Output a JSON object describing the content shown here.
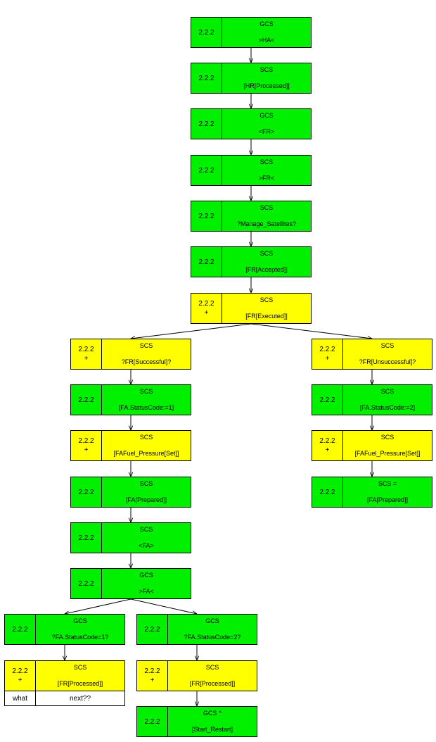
{
  "nodes": [
    {
      "key": "n1",
      "id": "2.2.2",
      "plus": "",
      "color": "green",
      "title": "GCS",
      "label": ">HA<"
    },
    {
      "key": "n2",
      "id": "2.2.2",
      "plus": "",
      "color": "green",
      "title": "SCS",
      "label": "[HR[Processed]]"
    },
    {
      "key": "n3",
      "id": "2.2.2",
      "plus": "",
      "color": "green",
      "title": "GCS",
      "label": "<FR>"
    },
    {
      "key": "n4",
      "id": "2.2.2",
      "plus": "",
      "color": "green",
      "title": "SCS",
      "label": ">FR<"
    },
    {
      "key": "n5",
      "id": "2.2.2",
      "plus": "",
      "color": "green",
      "title": "SCS",
      "label": "?Manage_Satellites?"
    },
    {
      "key": "n6",
      "id": "2.2.2",
      "plus": "",
      "color": "green",
      "title": "SCS",
      "label": "[FR[Accepted]]"
    },
    {
      "key": "n7",
      "id": "2.2.2",
      "plus": "+",
      "color": "yellow",
      "title": "SCS",
      "label": "[FR[Executed]]"
    },
    {
      "key": "l1",
      "id": "2.2.2",
      "plus": "+",
      "color": "yellow",
      "title": "SCS",
      "label": "?FR[Successful]?"
    },
    {
      "key": "l2",
      "id": "2.2.2",
      "plus": "",
      "color": "green",
      "title": "SCS",
      "label": "[FA.StatusCode:=1]"
    },
    {
      "key": "l3",
      "id": "2.2.2",
      "plus": "+",
      "color": "yellow",
      "title": "SCS",
      "label": "[FAFuel_Pressure[Set]]"
    },
    {
      "key": "l4",
      "id": "2.2.2",
      "plus": "",
      "color": "green",
      "title": "SCS",
      "label": "[FA[Prepared]]"
    },
    {
      "key": "l5",
      "id": "2.2.2",
      "plus": "",
      "color": "green",
      "title": "SCS",
      "label": "<FA>"
    },
    {
      "key": "l6",
      "id": "2.2.2",
      "plus": "",
      "color": "green",
      "title": "GCS",
      "label": ">FA<"
    },
    {
      "key": "ll1",
      "id": "2.2.2",
      "plus": "",
      "color": "green",
      "title": "GCS",
      "label": "?FA.StatusCode=1?"
    },
    {
      "key": "ll2",
      "id": "2.2.2",
      "plus": "+",
      "color": "yellow",
      "title": "SCS",
      "label": "[FR[Processed]]"
    },
    {
      "key": "lr1",
      "id": "2.2.2",
      "plus": "",
      "color": "green",
      "title": "GCS",
      "label": "?FA.StatusCode=2?"
    },
    {
      "key": "lr2",
      "id": "2.2.2",
      "plus": "+",
      "color": "yellow",
      "title": "SCS",
      "label": "[FR[Processed]]"
    },
    {
      "key": "lr3",
      "id": "2.2.2",
      "plus": "",
      "color": "green",
      "title": "GCS ^",
      "label": "[Start_Restart]"
    },
    {
      "key": "r1",
      "id": "2.2.2",
      "plus": "+",
      "color": "yellow",
      "title": "SCS",
      "label": "?FR[Unsuccessful]?"
    },
    {
      "key": "r2",
      "id": "2.2.2",
      "plus": "",
      "color": "green",
      "title": "SCS",
      "label": "[FA.StatusCode:=2]"
    },
    {
      "key": "r3",
      "id": "2.2.2",
      "plus": "+",
      "color": "yellow",
      "title": "SCS",
      "label": "[FAFuel_Pressure[Set]]"
    },
    {
      "key": "r4",
      "id": "2.2.2",
      "plus": "",
      "color": "green",
      "title": "SCS =",
      "label": "[FA[Prepared]]"
    }
  ],
  "note": {
    "left": "what",
    "right": "next??"
  },
  "edges": [
    [
      "n1",
      "n2"
    ],
    [
      "n2",
      "n3"
    ],
    [
      "n3",
      "n4"
    ],
    [
      "n4",
      "n5"
    ],
    [
      "n5",
      "n6"
    ],
    [
      "n6",
      "n7"
    ],
    [
      "n7",
      "l1"
    ],
    [
      "n7",
      "r1"
    ],
    [
      "l1",
      "l2"
    ],
    [
      "l2",
      "l3"
    ],
    [
      "l3",
      "l4"
    ],
    [
      "l4",
      "l5"
    ],
    [
      "l5",
      "l6"
    ],
    [
      "l6",
      "ll1"
    ],
    [
      "l6",
      "lr1"
    ],
    [
      "ll1",
      "ll2"
    ],
    [
      "lr1",
      "lr2"
    ],
    [
      "lr2",
      "lr3"
    ],
    [
      "r1",
      "r2"
    ],
    [
      "r2",
      "r3"
    ],
    [
      "r3",
      "r4"
    ]
  ],
  "colors": {
    "green": "#00f000",
    "yellow": "#ffff00"
  }
}
